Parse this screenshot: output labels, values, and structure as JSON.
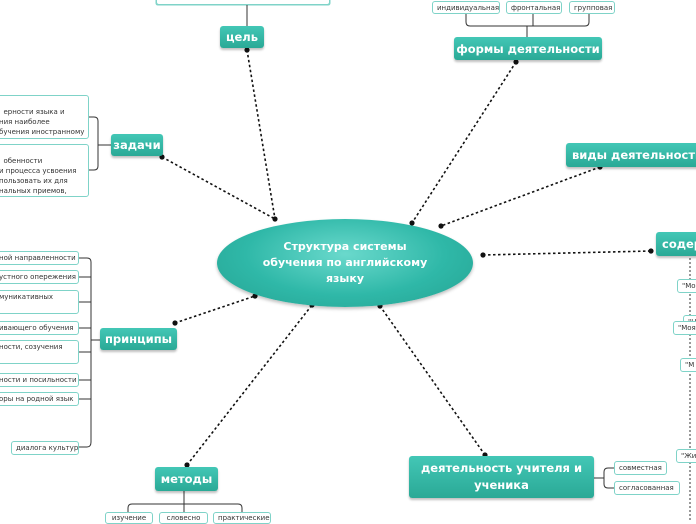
{
  "center": {
    "label": "Структура системы обучения по английскому языку"
  },
  "topics": {
    "goal": "цель",
    "forms": "формы деятельности",
    "tasks": "задачи",
    "kinds": "виды деятельности",
    "content": "содер",
    "principles": "принципы",
    "methods": "методы",
    "teacher_student": "деятельность учителя и ученика"
  },
  "leaves": {
    "forms": [
      "индивидуальная",
      "фронтальная",
      "групповая"
    ],
    "tasks": [
      "ерности языка и\nния наиболее\nбучения иностранному",
      "обенности\nи процесса усвоения\nпользовать их для\nнальных приемов,\nние языком"
    ],
    "principles": [
      "ной направленности",
      "устного опережения",
      "муникативных",
      "ивающего обучения",
      "ности, созучения",
      "ности и посильности",
      "оры на родной язык",
      "диалога культур"
    ],
    "content": [
      "\"Мо",
      "\"U",
      "\"Моя",
      "\"М",
      "\"Жи"
    ],
    "teacher_student": [
      "совместная",
      "согласованная"
    ],
    "methods": [
      "изучение",
      "словесно",
      "практические"
    ]
  }
}
